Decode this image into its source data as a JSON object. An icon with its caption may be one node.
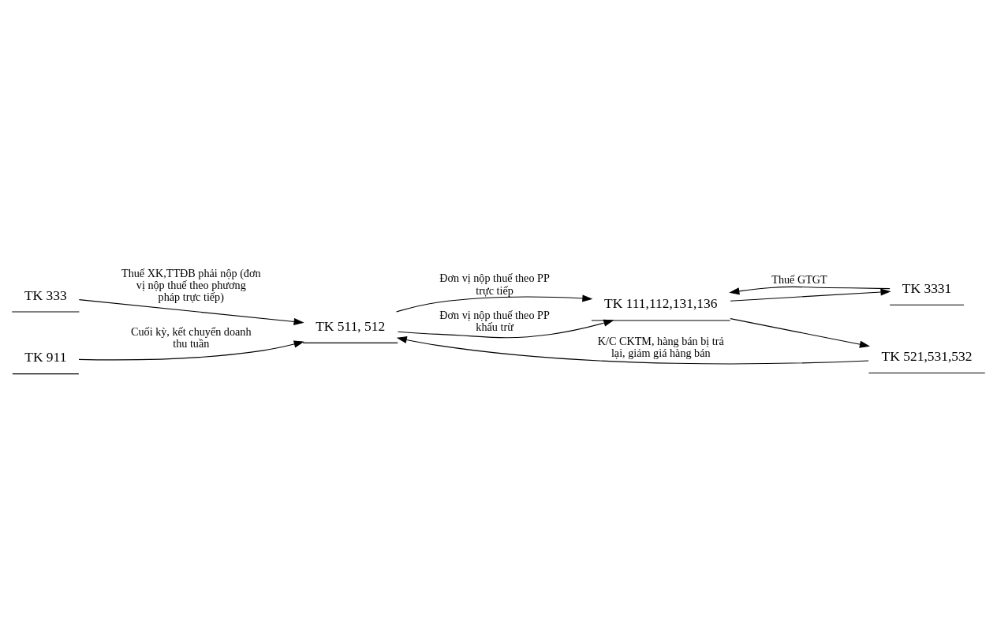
{
  "diagram": {
    "nodes": [
      {
        "text": [
          "TK 333"
        ]
      },
      {
        "text": [
          "TK 511, 512"
        ]
      },
      {
        "text": [
          "TK 111,112,131,136"
        ]
      },
      {
        "text": [
          "TK 521,531,532"
        ]
      },
      {
        "text": [
          "TK 3331"
        ]
      },
      {
        "text": [
          "TK 911"
        ]
      }
    ],
    "edges": [
      {
        "from": 0,
        "to": 1,
        "arrow": "to",
        "label": "Thuế XK,TTĐB phải nộp (đơn vị nộp thuế theo phương pháp trực tiếp)"
      },
      {
        "from": 1,
        "to": 2,
        "arrow": "to",
        "label": "Đơn vị nộp thuế theo PP trực tiếp"
      },
      {
        "from": 1,
        "to": 2,
        "arrow": "to",
        "label": "Đơn vị nộp thuế theo PP khấu trừ"
      },
      {
        "from": 3,
        "to": 1,
        "arrow": "to",
        "label": "K/C CKTM, hàng bán bị trả lại, giảm giá hàng bán"
      },
      {
        "from": 4,
        "to": 2,
        "arrow": "to",
        "label": "Thuế GTGT"
      },
      {
        "from": 2,
        "to": 4,
        "arrow": "to"
      },
      {
        "from": 2,
        "to": 3,
        "arrow": "to"
      },
      {
        "from": 5,
        "to": 1,
        "arrow": "to",
        "label": "Cuối kỳ, kết chuyển doanh thu tuần"
      }
    ]
  }
}
